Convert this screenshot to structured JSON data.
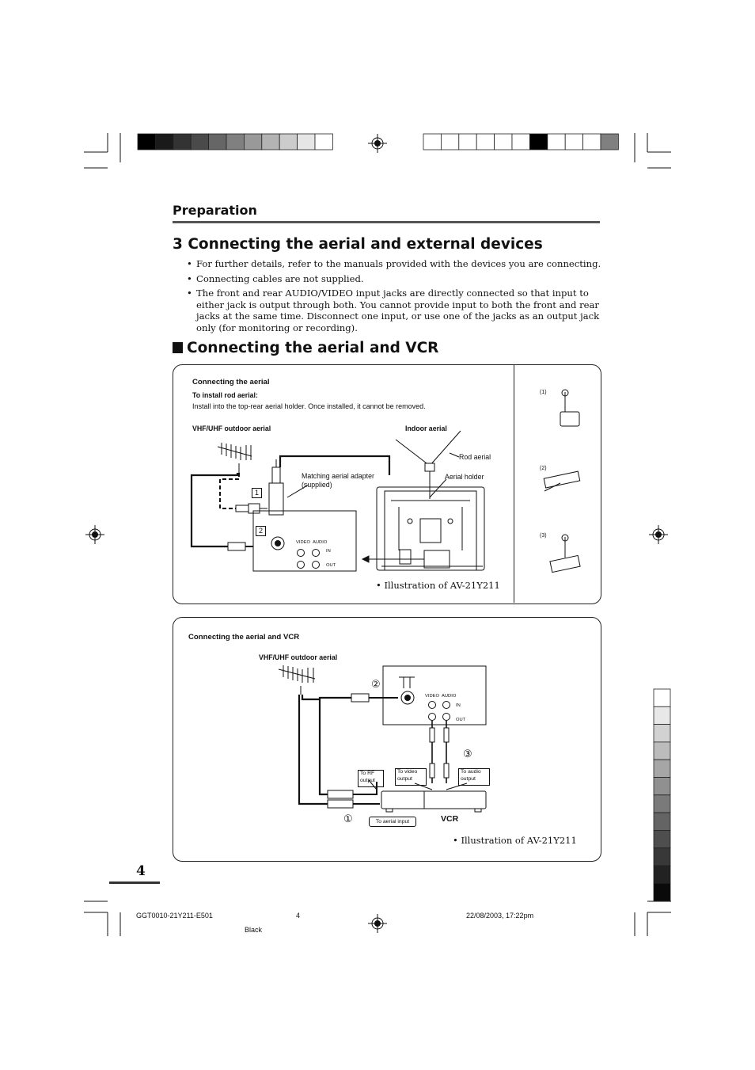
{
  "header": {
    "section": "Preparation"
  },
  "main": {
    "title": "3 Connecting the aerial and external devices",
    "bullets": [
      "For further details, refer to the manuals provided with the devices you are connecting.",
      "Connecting cables are not supplied.",
      "The front and rear AUDIO/VIDEO input jacks are directly connected so that input to either jack is output through both. You cannot provide input to both the front and rear jacks at the same time. Disconnect one input, or use one of the jacks as an output jack only (for monitoring or recording)."
    ],
    "subtitle": "Connecting the aerial and VCR"
  },
  "figure1": {
    "heading": "Connecting the aerial",
    "subheading": "To install rod aerial:",
    "note": "Install into the top-rear aerial holder. Once installed, it cannot be removed.",
    "outdoor_label": "VHF/UHF outdoor aerial",
    "indoor_label": "Indoor aerial",
    "rod_label": "Rod aerial",
    "adapter_label_line1": "Matching aerial adapter",
    "adapter_label_line2": "(supplied)",
    "holder_label": "Aerial holder",
    "step1": "1",
    "step2": "2",
    "video": "VIDEO",
    "audio": "AUDIO",
    "in": "IN",
    "out": "OUT",
    "caption": "• Illustration of AV-21Y211",
    "side_steps": [
      "(1)",
      "(2)",
      "(3)"
    ]
  },
  "figure2": {
    "heading": "Connecting the aerial and VCR",
    "outdoor_label": "VHF/UHF outdoor aerial",
    "step1": "①",
    "step2": "②",
    "step3": "③",
    "video": "VIDEO",
    "audio": "AUDIO",
    "in": "IN",
    "out": "OUT",
    "to_rf_line1": "To RF",
    "to_rf_line2": "output",
    "to_video_line1": "To video",
    "to_video_line2": "output",
    "to_audio_line1": "To audio",
    "to_audio_line2": "output",
    "to_aerial_input": "To aerial input",
    "vcr": "VCR",
    "caption": "• Illustration of AV-21Y211"
  },
  "page_number": "4",
  "footer": {
    "code": "GGT0010-21Y211-E501",
    "page": "4",
    "date": "22/08/2003, 17:22pm",
    "color": "Black"
  },
  "colors": {
    "registration_left": [
      "#000000",
      "#1a1a1a",
      "#333333",
      "#4a4a4a",
      "#666666",
      "#808080",
      "#999999",
      "#b3b3b3",
      "#cccccc",
      "#e6e6e6",
      "#ffffff"
    ],
    "registration_right": [
      "#ffffff",
      "#ffffff",
      "#ffffff",
      "#ffffff",
      "#ffffff",
      "#ffffff",
      "#000000",
      "#ffffff",
      "#ffffff",
      "#ffffff",
      "#808080"
    ],
    "grayscale_bar": [
      "#ffffff",
      "#e8e8e8",
      "#d2d2d2",
      "#bcbcbc",
      "#a6a6a6",
      "#909090",
      "#7a7a7a",
      "#646464",
      "#4e4e4e",
      "#383838",
      "#222222",
      "#0a0a0a"
    ]
  }
}
